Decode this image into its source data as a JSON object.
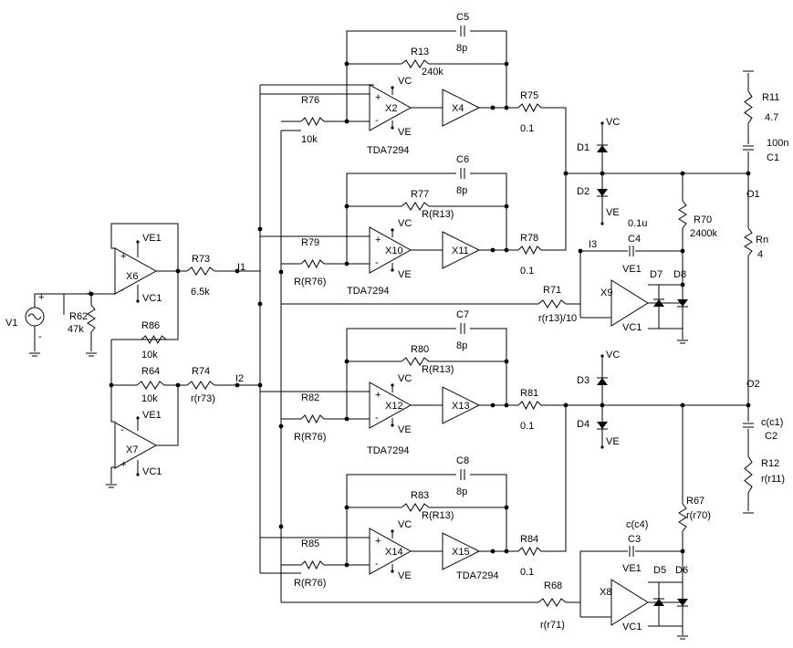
{
  "schematic": {
    "labels": {
      "C5": "C5",
      "C5v": "8p",
      "R13": "R13",
      "R13v": "240k",
      "X2": "X2",
      "X4": "X4",
      "R75": "R75",
      "R75v": "0.1",
      "R76": "R76",
      "R76v": "10k",
      "tda1": "TDA7294",
      "C6": "C6",
      "C6v": "8p",
      "R77": "R77",
      "R77v": "R(R13)",
      "X10": "X10",
      "X11": "X11",
      "R78": "R78",
      "R78v": "0.1",
      "R79": "R79",
      "R79v": "R(R76)",
      "tda2": "TDA7294",
      "X6": "X6",
      "R73": "R73",
      "R73v": "6.5k",
      "I1": "I1",
      "V1": "V1",
      "R62": "R62",
      "R62v": "47k",
      "R86": "R86",
      "R86v": "10k",
      "R64": "R64",
      "R64v": "10k",
      "R74": "R74",
      "R74v": "r(r73)",
      "I2": "I2",
      "X7": "X7",
      "D1": "D1",
      "D2": "D2",
      "R70": "R70",
      "R70v": "2400k",
      "C4v": "0.1u",
      "C4": "C4",
      "I3": "I3",
      "D7": "D7",
      "D8": "D8",
      "X9": "X9",
      "R71": "R71",
      "R71v": "r(r13)/10",
      "R11": "R11",
      "R11v": "4.7",
      "C1v": "100n",
      "C1": "C1",
      "O1": "O1",
      "Rn": "Rn",
      "Rnv": "4",
      "O2": "O2",
      "C2v": "c(c1)",
      "C2": "C2",
      "R12": "R12",
      "R12v": "r(r11)",
      "C7": "C7",
      "C7v": "8p",
      "R80": "R80",
      "R80v": "R(R13)",
      "X12": "X12",
      "X13": "X13",
      "R81": "R81",
      "R81v": "0.1",
      "R82": "R82",
      "R82v": "R(R76)",
      "tda3": "TDA7294",
      "D3": "D3",
      "D4": "D4",
      "C8": "C8",
      "C8v": "8p",
      "R83": "R83",
      "R83v": "R(R13)",
      "X14": "X14",
      "X15": "X15",
      "R84": "R84",
      "R84v": "0.1",
      "R85": "R85",
      "R85v": "R(R76)",
      "tda4": "TDA7294",
      "R67": "R67",
      "R67v": "r(r70)",
      "C3v": "c(c4)",
      "C3": "C3",
      "D5": "D5",
      "D6": "D6",
      "X8": "X8",
      "R68": "R68",
      "R68v": "r(r71)"
    },
    "pins": {
      "vc": "VC",
      "ve": "VE",
      "ve1": "VE1",
      "vc1": "VC1",
      "plus": "+",
      "minus": "-"
    }
  }
}
